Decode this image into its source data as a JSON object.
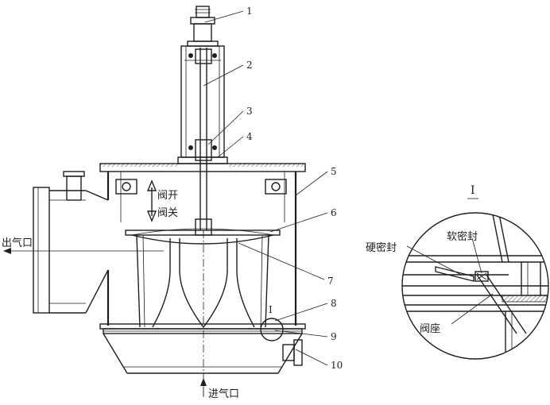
{
  "callouts": [
    "1",
    "2",
    "3",
    "4",
    "5",
    "6",
    "7",
    "8",
    "9",
    "10"
  ],
  "labels": {
    "outlet": "出气口",
    "inlet": "进气口",
    "valve_open": "阀开",
    "valve_close": "阀关",
    "detail_mark": "I",
    "detail_title": "I",
    "hard_seal": "硬密封",
    "soft_seal": "软密封",
    "valve_seat": "阀座"
  }
}
